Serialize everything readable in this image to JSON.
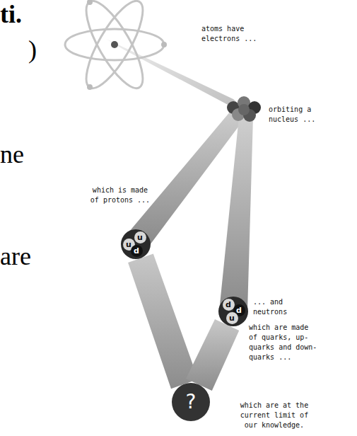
{
  "diagram": {
    "nodes": [
      {
        "text": [
          "u",
          "u",
          "d"
        ]
      },
      {
        "text": [
          "d",
          "d",
          "u"
        ]
      },
      {
        "text": [
          "?"
        ]
      }
    ],
    "edges": [
      {
        "from": 0,
        "to": 2,
        "arrow": "none"
      },
      {
        "from": 1,
        "to": 2,
        "arrow": "none"
      }
    ],
    "labels": [
      "ti.",
      ")",
      "ne",
      "are",
      "atoms have electrons ...",
      "orbiting a nucleus ...",
      "which is made of protons ...",
      "... and neutrons",
      "which are made of quarks, up-quarks and down-quarks ...",
      "which are at the current limit of our knowledge."
    ]
  }
}
